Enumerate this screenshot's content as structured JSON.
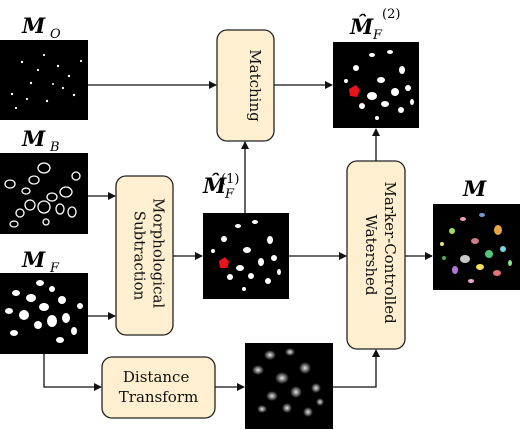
{
  "labels": {
    "mo": {
      "main": "M",
      "sub": "O"
    },
    "mb": {
      "main": "M",
      "sub": "B"
    },
    "mf": {
      "main": "M",
      "sub": "F"
    },
    "mhat1": {
      "main": "M̂",
      "sub": "F",
      "sup": "(1)"
    },
    "mhat2": {
      "main": "M̂",
      "sub": "F",
      "sup": "(2)"
    },
    "m": {
      "main": "M"
    }
  },
  "boxes": {
    "matching": "Matching",
    "morph": [
      "Morphological",
      "Subtraction"
    ],
    "watershed": [
      "Marker-Controlled",
      "Watershed"
    ],
    "distance": [
      "Distance",
      "Transform"
    ]
  },
  "colors": {
    "box_fill": "#fdefcf",
    "highlight_red": "#e8141a"
  }
}
